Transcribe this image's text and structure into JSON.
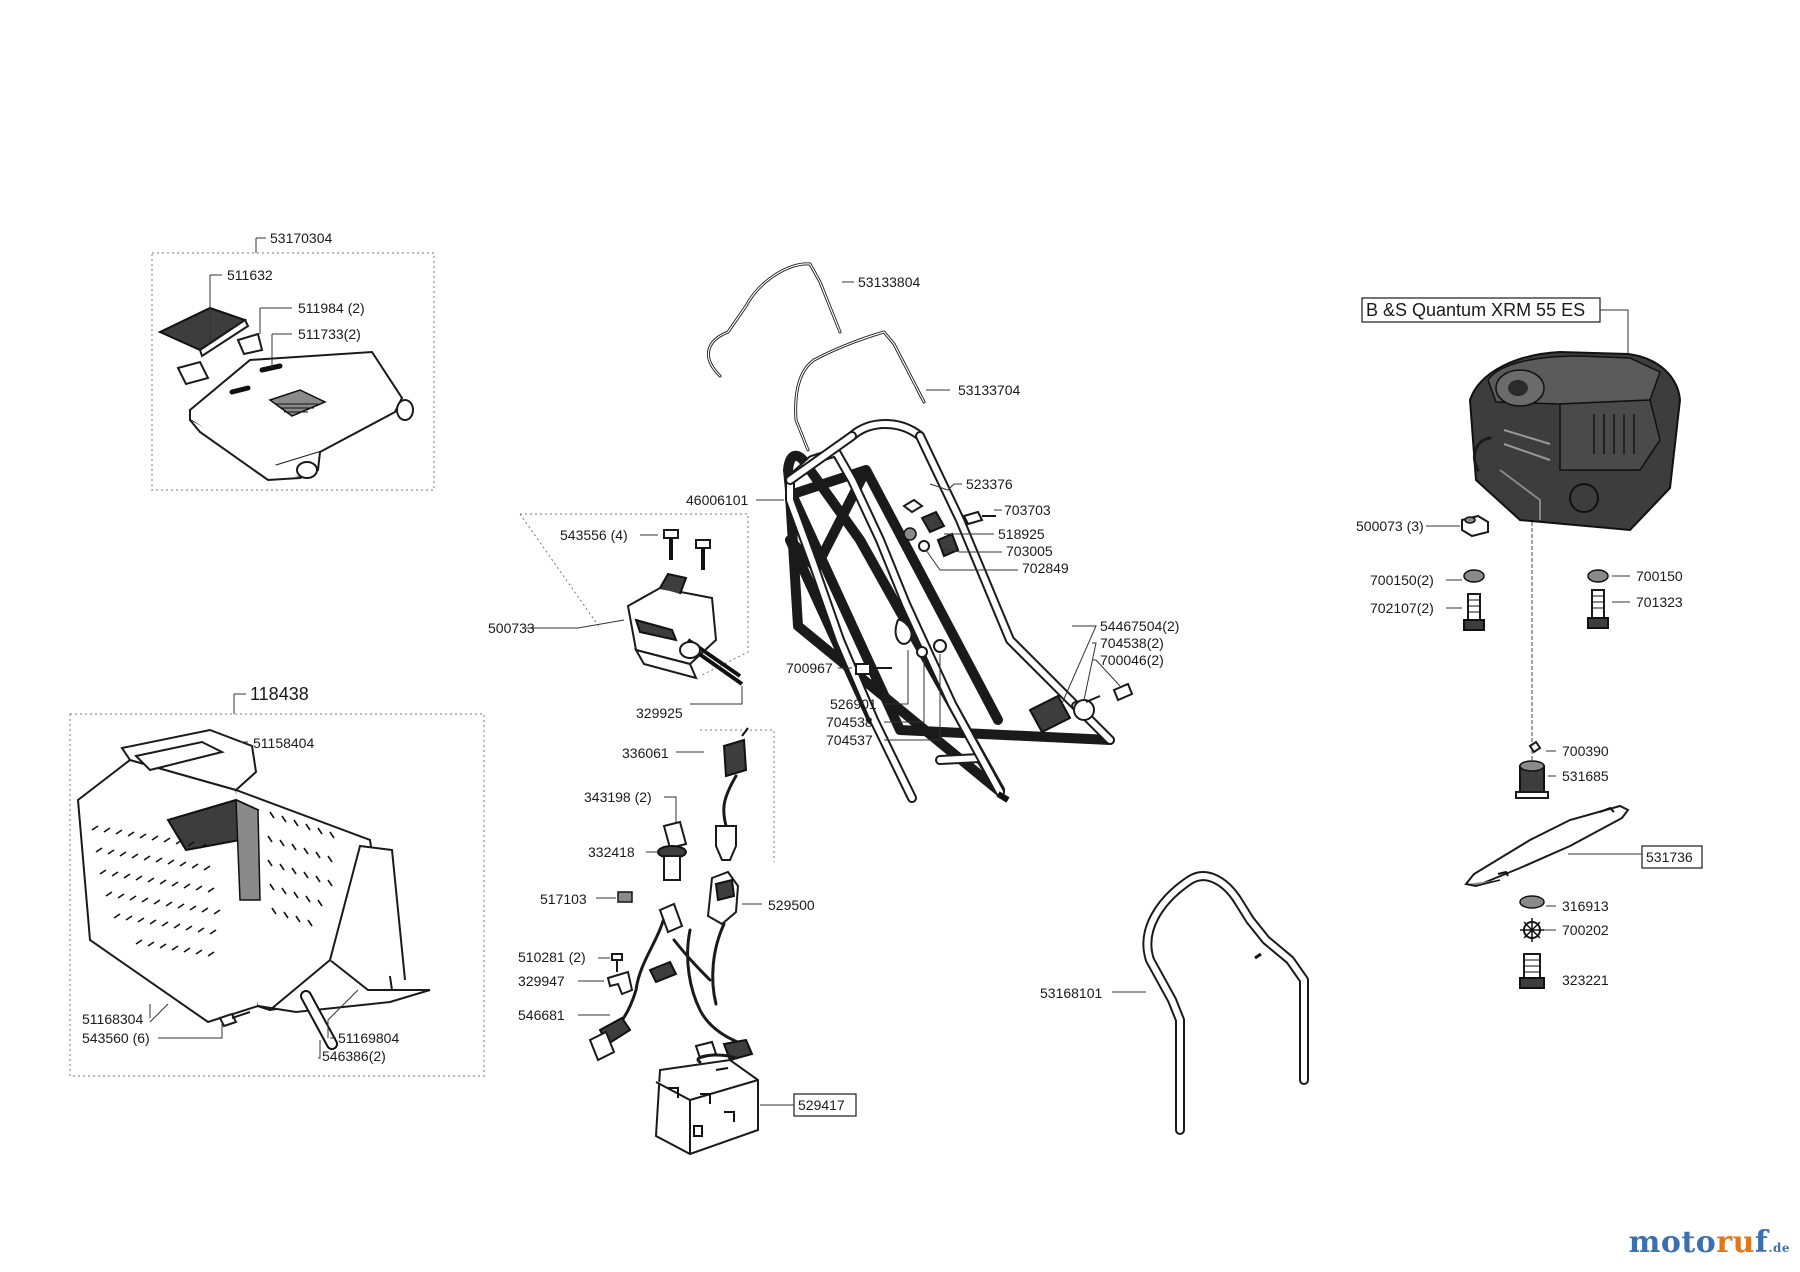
{
  "labels": {
    "grass_box_cover": "53170304",
    "flap": "511632",
    "spring_clip": "511984 (2)",
    "pin": "511733(2)",
    "grass_bag": "118438",
    "bag_top": "51158404",
    "bag_frame": "51168304",
    "bag_screw": "543560 (6)",
    "bag_rear": "51169804",
    "bag_rod": "546386(2)",
    "switch_screw": "543556 (4)",
    "switch_box": "500733",
    "switch_cable": "329925",
    "charger": "336061",
    "key_screw": "343198 (2)",
    "ignition_key": "332418",
    "fuse": "517103",
    "plug": "529500",
    "harness_screw": "510281 (2)",
    "cable_clip": "329947",
    "wiring_harness": "546681",
    "battery": "529417",
    "upper_bail": "53133804",
    "lower_bail": "53133704",
    "handle": "46006101",
    "bolt_523376": "523376",
    "bolt_703703": "703703",
    "knob_518925": "518925",
    "nut_703005": "703005",
    "washer_702849": "702849",
    "knob_set": "54467504(2)",
    "washer_704538": "704538(2)",
    "screw_700046": "700046(2)",
    "screw_700967": "700967",
    "clip_526901": "526901",
    "washer_704538_b": "704538",
    "nut_704537": "704537",
    "lower_handle": "53168101",
    "engine": "B &S Quantum  XRM 55 ES",
    "engine_nut": "500073 (3)",
    "washer_700150_2": "700150(2)",
    "bolt_702107": "702107(2)",
    "washer_700150": "700150",
    "bolt_701323": "701323",
    "key_700390": "700390",
    "blade_adapter": "531685",
    "blade": "531736",
    "blade_washer": "316913",
    "lock_washer": "700202",
    "blade_bolt": "323221"
  },
  "logo": {
    "m": "motoruf",
    "suffix": ".de"
  }
}
